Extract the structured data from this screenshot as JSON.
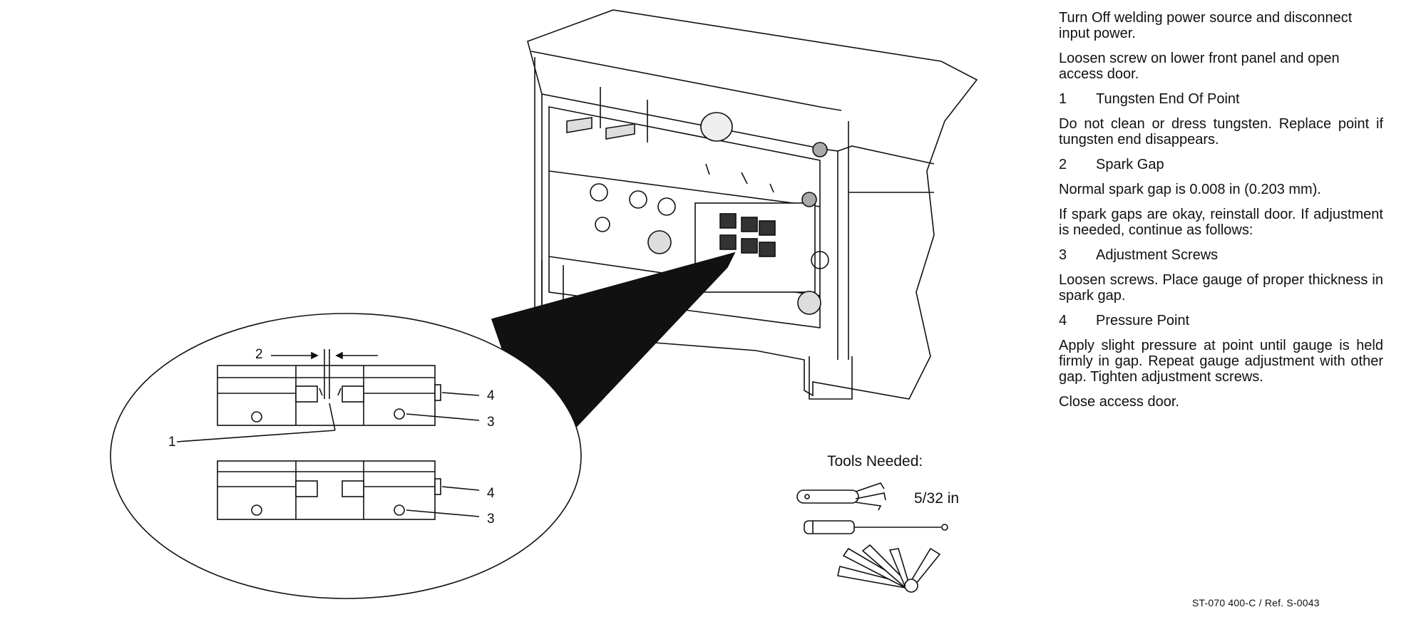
{
  "instructions": {
    "intro1": "Turn Off welding power source and disconnect input power.",
    "intro2": "Loosen screw on lower front panel and open access door.",
    "items": [
      {
        "num": "1",
        "title": "Tungsten End Of Point",
        "text": "Do not clean or dress tungsten. Replace point if tungsten end disappears."
      },
      {
        "num": "2",
        "title": "Spark Gap",
        "text": "Normal spark gap is 0.008 in (0.203 mm)."
      },
      {
        "num": "",
        "title": "",
        "text": "If spark gaps are okay, reinstall door. If adjustment is needed, continue as follows:"
      },
      {
        "num": "3",
        "title": "Adjustment Screws",
        "text": "Loosen screws. Place gauge of proper thickness in spark gap."
      },
      {
        "num": "4",
        "title": "Pressure Point",
        "text": "Apply slight pressure at point until gauge is held firmly in gap. Repeat gauge adjustment with other gap. Tighten adjustment screws."
      }
    ],
    "closing": "Close access door."
  },
  "tools": {
    "title": "Tools Needed:",
    "hex_key_size": "5/32 in",
    "icons": [
      "hex-key-set-icon",
      "screwdriver-icon",
      "feeler-gauge-icon"
    ]
  },
  "callouts": {
    "c1": "1",
    "c2": "2",
    "c3a": "3",
    "c3b": "3",
    "c4a": "4",
    "c4b": "4"
  },
  "reference": "ST-070 400-C / Ref. S-0043"
}
